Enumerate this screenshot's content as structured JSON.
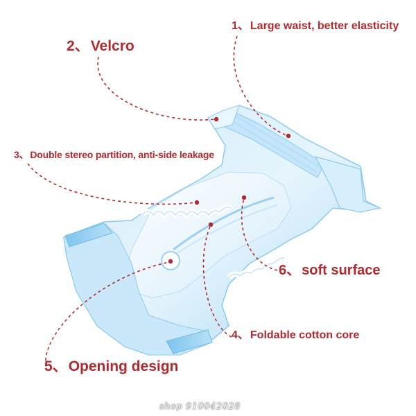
{
  "labels": [
    {
      "id": "1",
      "number": "1、",
      "text": "Large waist, better elasticity"
    },
    {
      "id": "2",
      "number": "2、",
      "text": "Velcro"
    },
    {
      "id": "3",
      "number": "3、",
      "text": "Double stereo partition, anti-side leakage"
    },
    {
      "id": "6",
      "number": "6、",
      "text": "soft surface"
    },
    {
      "id": "4",
      "number": "4、",
      "text": "Foldable cotton core"
    },
    {
      "id": "5",
      "number": "5、",
      "text": "Opening design"
    }
  ],
  "watermark": "shop 910042028",
  "colors": {
    "accent": "#b02a2f",
    "diaper_light": "#dff1fc",
    "diaper_mid": "#a9d8f5",
    "diaper_dark": "#6cbbe9",
    "background": "#ffffff"
  }
}
